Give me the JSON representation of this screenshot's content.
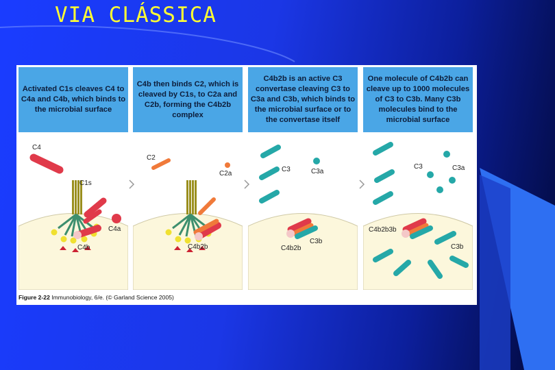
{
  "slide": {
    "title": "VIA CLÁSSICA"
  },
  "panels": [
    {
      "caption": "Activated C1s cleaves C4 to C4a and C4b, which binds to the microbial surface",
      "labels": {
        "c4": "C4",
        "c4a": "C4a",
        "c1s": "C1s",
        "c4b": "C4b"
      }
    },
    {
      "caption": "C4b then binds C2, which is cleaved by C1s, to C2a and C2b, forming the C4b2b complex",
      "labels": {
        "c2": "C2",
        "c2a": "C2a",
        "c4b2b": "C4b2b"
      }
    },
    {
      "caption": "C4b2b is an active C3 convertase cleaving C3 to C3a and C3b, which binds to the microbial surface or to the convertase itself",
      "labels": {
        "c3": "C3",
        "c3a": "C3a",
        "c4b2b": "C4b2b",
        "c3b": "C3b"
      }
    },
    {
      "caption": "One molecule of C4b2b can cleave up to 1000 molecules of C3 to C3b. Many C3b molecules bind to the microbial surface",
      "labels": {
        "c3": "C3",
        "c3a": "C3a",
        "c4b2b3b": "C4b2b3b",
        "c3b": "C3b"
      }
    }
  ],
  "figure_caption": {
    "label": "Figure 2-22",
    "source": "Immunobiology, 6/e. (© Garland Science 2005)"
  },
  "colors": {
    "c4": "#e03a4a",
    "c2": "#f07a3a",
    "c3": "#25a8a8",
    "surface": "#fcf7dc",
    "header": "#4aa6e6",
    "title": "#ffff33"
  }
}
